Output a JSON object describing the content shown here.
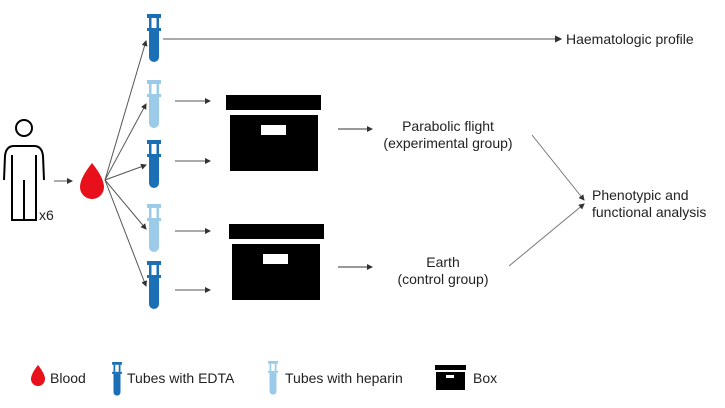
{
  "colors": {
    "blood": "#e8101a",
    "edta_tube": "#1b6fb5",
    "heparin_tube": "#9ccbea",
    "box": "#000000",
    "arrow": "#555555"
  },
  "subject": {
    "multiplier": "x6"
  },
  "outputs": {
    "haematologic": "Haematologic profile",
    "parabolic_line1": "Parabolic flight",
    "parabolic_line2": "(experimental group)",
    "earth_line1": "Earth",
    "earth_line2": "(control group)",
    "analysis_line1": "Phenotypic and",
    "analysis_line2": "functional analysis"
  },
  "tubes": [
    "edta",
    "heparin",
    "edta",
    "heparin",
    "edta"
  ],
  "legend": [
    {
      "icon": "blood-drop",
      "label": "Blood"
    },
    {
      "icon": "edta-tube",
      "label": "Tubes with EDTA"
    },
    {
      "icon": "heparin-tube",
      "label": "Tubes with heparin"
    },
    {
      "icon": "box",
      "label": "Box"
    }
  ]
}
